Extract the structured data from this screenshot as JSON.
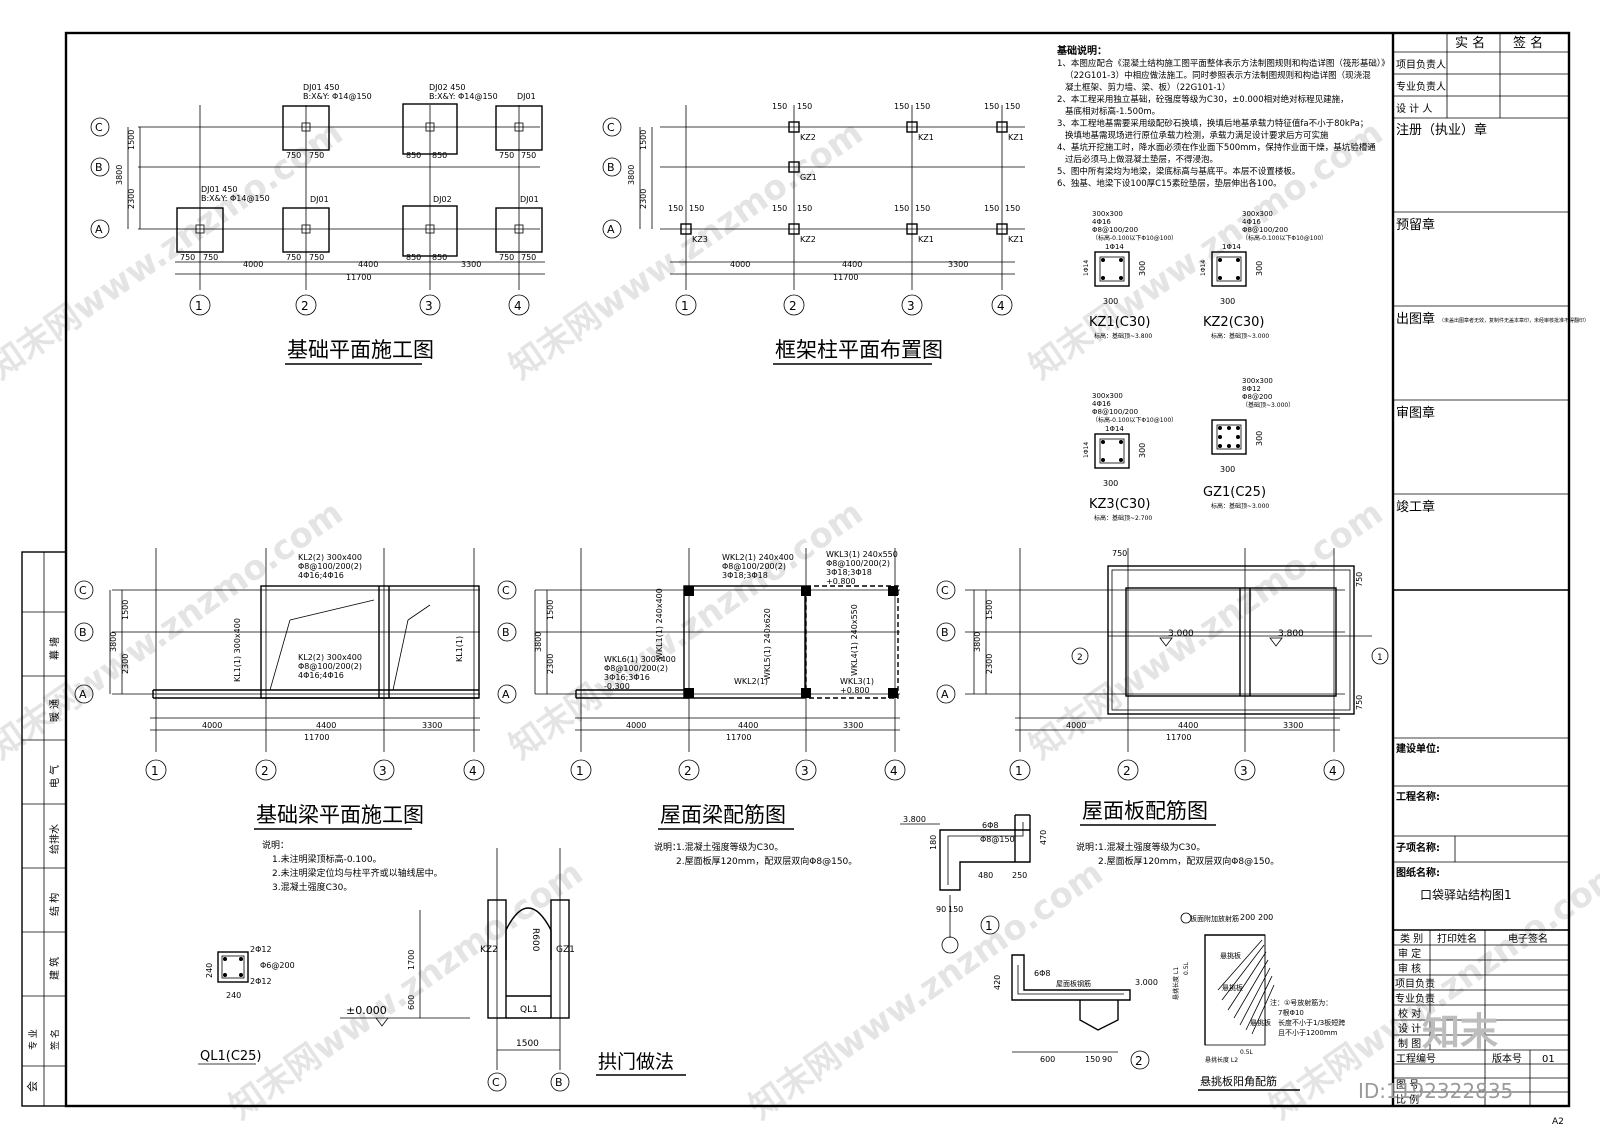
{
  "title_block": {
    "header": [
      "实 名",
      "签 名"
    ],
    "roles": [
      "项目负责人",
      "专业负责人",
      "设 计 人"
    ],
    "stamps": [
      "注册（执业）章",
      "预留章",
      "出图章",
      "（未盖出图章者无效，复制件无盖本章印，未经审核批准不得翻印）",
      "审图章",
      "竣工章"
    ],
    "fields": [
      "建设单位:",
      "工程名称:",
      "子项名称:",
      "图纸名称:"
    ],
    "drawing_name": "口袋驿站结构图1",
    "sign_header": [
      "类 别",
      "打印姓名",
      "电子签名"
    ],
    "sign_rows": [
      "审 定",
      "审 核",
      "项目负责",
      "专业负责",
      "校 对",
      "设 计",
      "制 图"
    ],
    "footer": [
      "工程编号",
      "版本号",
      "01",
      "图 号",
      "比 例"
    ],
    "sheet": "A2",
    "id_text": "ID:1192322835",
    "logo_text": "知末"
  },
  "left_strip": [
    "会",
    "专 业",
    "签 名",
    "建 筑",
    "结 构",
    "给排水",
    "电 气",
    "暖 通",
    "幕 墙"
  ],
  "notes": {
    "heading": "基础说明：",
    "lines": [
      "1、本图应配合《混凝土结构施工图平面整体表示方法制图规则和构造详图（筏形基础）》",
      "（22G101-3）中相应做法施工。同时参照表示方法制图规则和构造详图（现浇混",
      "凝土框架、剪力墙、梁、板）（22G101-1）",
      "2、本工程采用独立基础，砼强度等级为C30，±0.000相对绝对标程见建施，",
      "基底相对标高-1.500m。",
      "3、本工程地基需要采用级配砂石换填，换填后地基承载力特征值fa不小于80kPa；",
      "换填地基需现场进行原位承载力检测，承载力满足设计要求后方可实施",
      "4、基坑开挖施工时，降水面必须在作业面下500mm，保持作业面干燥，基坑验槽通",
      "过后必须马上做混凝土垫层，不得浸泡。",
      "5、图中所有梁均为地梁，梁底标高与基底平。本层不设置楼板。",
      "6、独基、地梁下设100厚C15素砼垫层，垫层伸出各100。"
    ]
  },
  "grid": {
    "cols": [
      "1",
      "2",
      "3",
      "4"
    ],
    "rows": [
      "A",
      "B",
      "C"
    ],
    "spans": [
      "4000",
      "4400",
      "3300"
    ],
    "total": "11700",
    "row_dims": [
      "2300",
      "1500",
      "3800"
    ]
  },
  "plan1": {
    "title": "基础平面施工图",
    "labels": [
      "DJ01 450",
      "B:X&Y: Φ14@150",
      "DJ02 450",
      "B:X&Y: Φ14@150",
      "DJ01",
      "DJ01 450",
      "B:X&Y: Φ14@150",
      "DJ01",
      "DJ02",
      "DJ01"
    ],
    "dims": [
      "750",
      "850"
    ]
  },
  "plan2": {
    "title": "框架柱平面布置图",
    "labels": [
      "KZ2",
      "KZ1",
      "KZ1",
      "GZ1",
      "KZ3",
      "KZ2",
      "KZ1",
      "KZ1"
    ],
    "dim": "150"
  },
  "sections": [
    {
      "name": "KZ1(C30)",
      "size": "300x300",
      "bars": "4Φ16",
      "stirrup": "Φ8@100/200",
      "note": "（标高-0.100以下Φ10@100）",
      "tie": "1Φ14",
      "dim": "300",
      "elev": "标高：基础顶~3.800"
    },
    {
      "name": "KZ2(C30)",
      "size": "300x300",
      "bars": "4Φ16",
      "stirrup": "Φ8@100/200",
      "note": "（标高-0.100以下Φ10@100）",
      "tie": "1Φ14",
      "dim": "300",
      "elev": "标高：基础顶~3.000"
    },
    {
      "name": "KZ3(C30)",
      "size": "300x300",
      "bars": "4Φ16",
      "stirrup": "Φ8@100/200",
      "note": "（标高-0.100以下Φ10@100）",
      "tie": "1Φ14",
      "dim": "300",
      "elev": "标高：基础顶~2.700"
    },
    {
      "name": "GZ1(C25)",
      "size": "300x300",
      "bars": "8Φ12",
      "stirrup": "Φ8@200",
      "note": "（基础顶~3.000）",
      "tie": "",
      "dim": "300",
      "elev": "标高：基础顶~3.000"
    }
  ],
  "plan3": {
    "title": "基础梁平面施工图",
    "labels": [
      "KL2(2) 300x400",
      "Φ8@100/200(2)",
      "4Φ16;4Φ16",
      "KL2(2) 300x400",
      "Φ8@100/200(2)",
      "4Φ16;4Φ16",
      "KL1(1) 300x400",
      "KL1(1)"
    ],
    "notes_heading": "说明：",
    "notes": [
      "1.未注明梁顶标高-0.100。",
      "2.未注明梁定位均与柱平齐或以轴线居中。",
      "3.混凝土强度C30。"
    ]
  },
  "plan4": {
    "title": "屋面梁配筋图",
    "labels": [
      "WKL2(1) 240x400",
      "Φ8@100/200(2)",
      "3Φ18;3Φ18",
      "WKL3(1) 240x550",
      "Φ8@100/200(2)",
      "3Φ18;3Φ18",
      "+0.800",
      "WKL6(1) 300x400",
      "Φ8@100/200(2)",
      "3Φ16;3Φ16",
      "-0.300",
      "WKL2(1)",
      "WKL3(1)",
      "+0.800",
      "WKL1(1) 240x400",
      "WKL5(1) 240x620",
      "WKL4(1) 240x550"
    ],
    "notes_heading": "说明：",
    "notes": [
      "1.混凝土强度等级为C30。",
      "2.屋面板厚120mm，配双层双向Φ8@150。"
    ]
  },
  "plan5": {
    "title": "屋面板配筋图",
    "elev1": "3.000",
    "elev2": "3.800",
    "dim": "750",
    "cut": [
      "1",
      "2"
    ],
    "notes_heading": "说明：",
    "notes": [
      "1.混凝土强度等级为C30。",
      "2.屋面板厚120mm，配双层双向Φ8@150。"
    ]
  },
  "ql1": {
    "name": "QL1(C25)",
    "top": "2Φ12",
    "bot": "2Φ12",
    "stirrup": "Φ6@200",
    "h": "240",
    "w": "240"
  },
  "arch": {
    "title": "拱门做法",
    "labels": [
      "KZ2",
      "GZ1",
      "QL1",
      "R600"
    ],
    "dims": [
      "1700",
      "600",
      "1500"
    ],
    "elev": "±0.000",
    "axes": [
      "C",
      "B"
    ]
  },
  "detail1": {
    "no": "1",
    "elev": "3.800",
    "dims": [
      "180",
      "470",
      "480",
      "250",
      "90",
      "150"
    ],
    "bars": [
      "6Φ8",
      "Φ8@150"
    ]
  },
  "detail2": {
    "no": "2",
    "elev": "3.000",
    "dims": [
      "420",
      "600",
      "150",
      "90"
    ],
    "bars": [
      "6Φ8",
      "屋面板钢筋"
    ]
  },
  "corner": {
    "title": "悬挑板阳角配筋",
    "labels": [
      "板面附加放射筋",
      "悬挑板",
      "悬挑板",
      "悬挑板",
      "悬挑长度 L1",
      "悬挑长度 L2",
      "0.5L",
      "200",
      "200"
    ],
    "note": [
      "注：①号放射筋为：",
      "7根Φ10",
      "长度不小于1/3板短跨",
      "且不小于1200mm"
    ]
  }
}
